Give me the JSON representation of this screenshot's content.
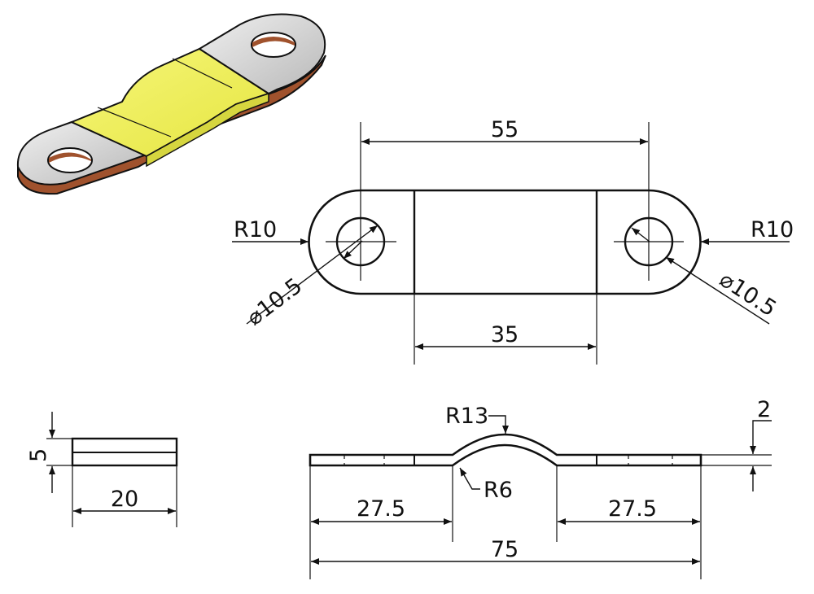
{
  "colors": {
    "band": "#f2f25a",
    "band_side": "#c9c93a",
    "metal": "#c8c8c8",
    "metal_light": "#e6e6e6",
    "copper": "#a0522d",
    "copper_dark": "#6b2f14",
    "ink": "#111111"
  },
  "views": {
    "isometric": {
      "title": ""
    },
    "top": {
      "center_distance": "55",
      "band_width": "35",
      "radius_left": "R10",
      "radius_right": "R10",
      "hole_left": "⌀10.5",
      "hole_right": "⌀10.5"
    },
    "end": {
      "thickness": "5",
      "width": "20"
    },
    "side": {
      "bend_outer_radius": "R13",
      "bend_inner_radius": "R6",
      "thickness": "2",
      "left_flat": "27.5",
      "right_flat": "27.5",
      "overall_length": "75"
    }
  }
}
